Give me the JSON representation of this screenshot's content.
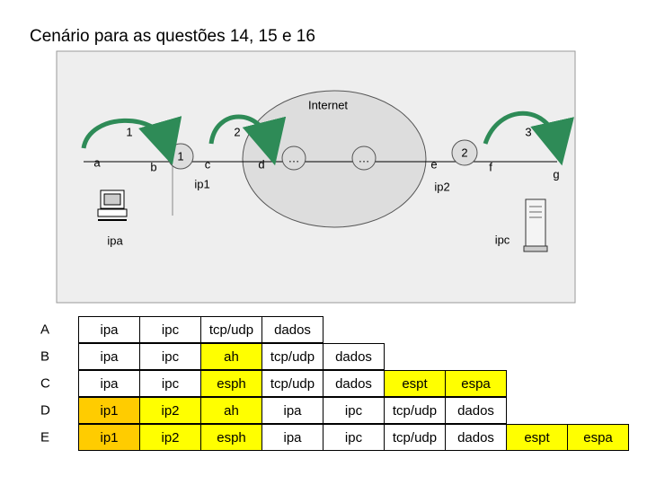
{
  "title": "Cenário para as questões 14, 15 e 16",
  "diagram": {
    "internet_label": "Internet",
    "hop_labels": [
      "1",
      "2",
      "3"
    ],
    "iface_labels": {
      "a": "a",
      "b": "b",
      "c": "c",
      "d": "d",
      "e": "e",
      "f": "f",
      "g": "g"
    },
    "router_labels": [
      "1",
      "2"
    ],
    "ellipsis": [
      "…",
      "…"
    ],
    "ip_labels": {
      "ip1": "ip1",
      "ip2": "ip2",
      "ipa": "ipa",
      "ipc": "ipc"
    }
  },
  "table": {
    "rows": [
      {
        "label": "A",
        "cells": [
          {
            "text": "ipa"
          },
          {
            "text": "ipc"
          },
          {
            "text": "tcp/udp"
          },
          {
            "text": "dados"
          }
        ]
      },
      {
        "label": "B",
        "cells": [
          {
            "text": "ipa"
          },
          {
            "text": "ipc"
          },
          {
            "text": "ah",
            "color": "yellow"
          },
          {
            "text": "tcp/udp"
          },
          {
            "text": "dados"
          }
        ]
      },
      {
        "label": "C",
        "cells": [
          {
            "text": "ipa"
          },
          {
            "text": "ipc"
          },
          {
            "text": "esph",
            "color": "yellow"
          },
          {
            "text": "tcp/udp"
          },
          {
            "text": "dados"
          },
          {
            "text": "espt",
            "color": "yellow"
          },
          {
            "text": "espa",
            "color": "yellow"
          }
        ]
      },
      {
        "label": "D",
        "cells": [
          {
            "text": "ip1",
            "color": "orange"
          },
          {
            "text": "ip2",
            "color": "yellow"
          },
          {
            "text": "ah",
            "color": "yellow"
          },
          {
            "text": "ipa"
          },
          {
            "text": "ipc"
          },
          {
            "text": "tcp/udp"
          },
          {
            "text": "dados"
          }
        ]
      },
      {
        "label": "E",
        "cells": [
          {
            "text": "ip1",
            "color": "orange"
          },
          {
            "text": "ip2",
            "color": "yellow"
          },
          {
            "text": "esph",
            "color": "yellow"
          },
          {
            "text": "ipa"
          },
          {
            "text": "ipc"
          },
          {
            "text": "tcp/udp"
          },
          {
            "text": "dados"
          },
          {
            "text": "espt",
            "color": "yellow"
          },
          {
            "text": "espa",
            "color": "yellow"
          }
        ]
      }
    ]
  },
  "colors": {
    "yellow": "#ffff00",
    "orange": "#ffcc00",
    "panel": "#eeeeee",
    "cloud": "#dddddd",
    "arrow": "#2e8b57"
  }
}
